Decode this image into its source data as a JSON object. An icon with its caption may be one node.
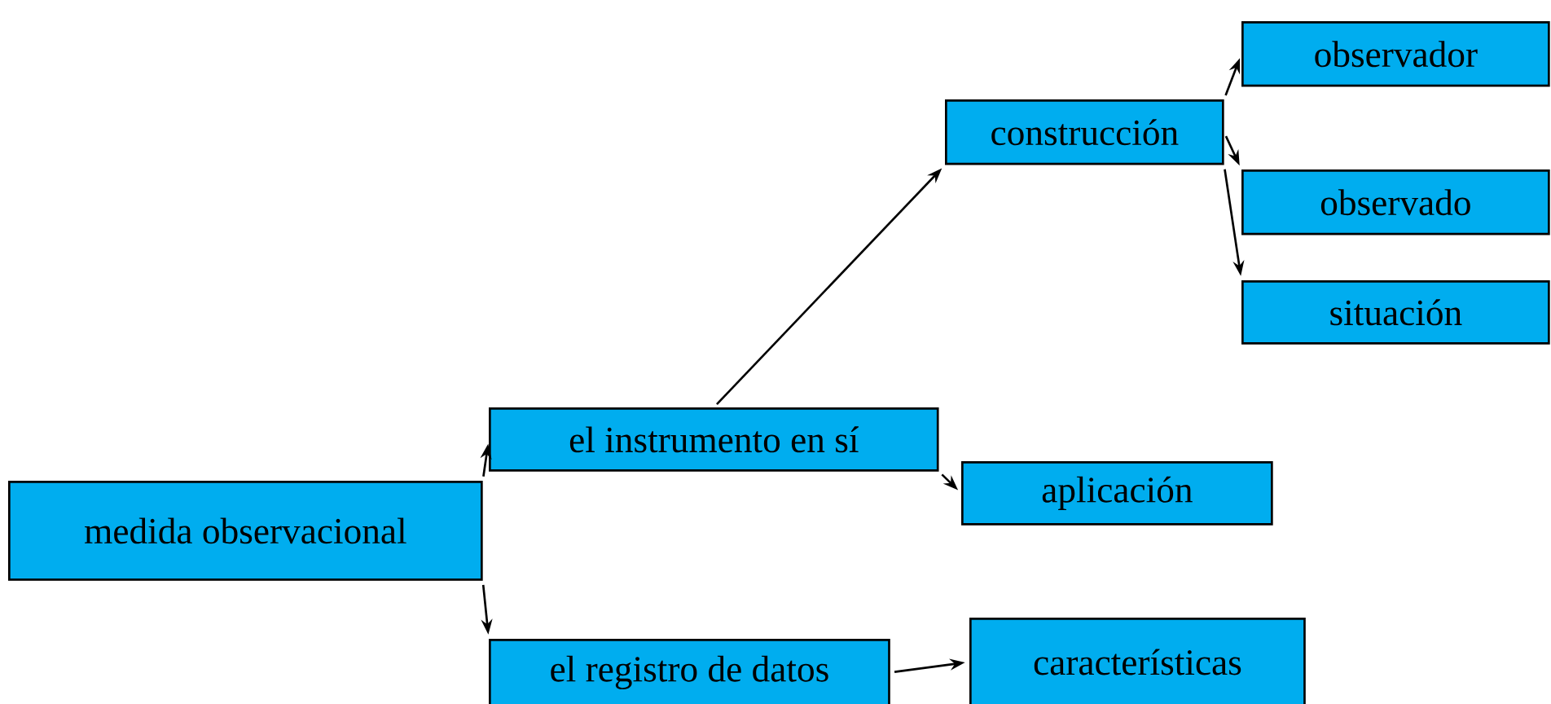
{
  "diagram": {
    "nodes": [
      {
        "text": [
          "medida observacional"
        ]
      },
      {
        "text": [
          "el instrumento en sí"
        ]
      },
      {
        "text": [
          "el registro de datos"
        ]
      },
      {
        "text": [
          "construcción"
        ]
      },
      {
        "text": [
          "aplicación"
        ]
      },
      {
        "text": [
          "características"
        ]
      },
      {
        "text": [
          "observador"
        ]
      },
      {
        "text": [
          "observado"
        ]
      },
      {
        "text": [
          "situación"
        ]
      }
    ],
    "edges": [
      {
        "from": 0,
        "to": 1,
        "arrow": "to"
      },
      {
        "from": 0,
        "to": 2,
        "arrow": "to"
      },
      {
        "from": 1,
        "to": 3,
        "arrow": "to"
      },
      {
        "from": 1,
        "to": 4,
        "arrow": "to"
      },
      {
        "from": 2,
        "to": 5,
        "arrow": "to"
      },
      {
        "from": 3,
        "to": 6,
        "arrow": "to"
      },
      {
        "from": 3,
        "to": 7,
        "arrow": "to"
      },
      {
        "from": 3,
        "to": 8,
        "arrow": "to"
      }
    ]
  }
}
